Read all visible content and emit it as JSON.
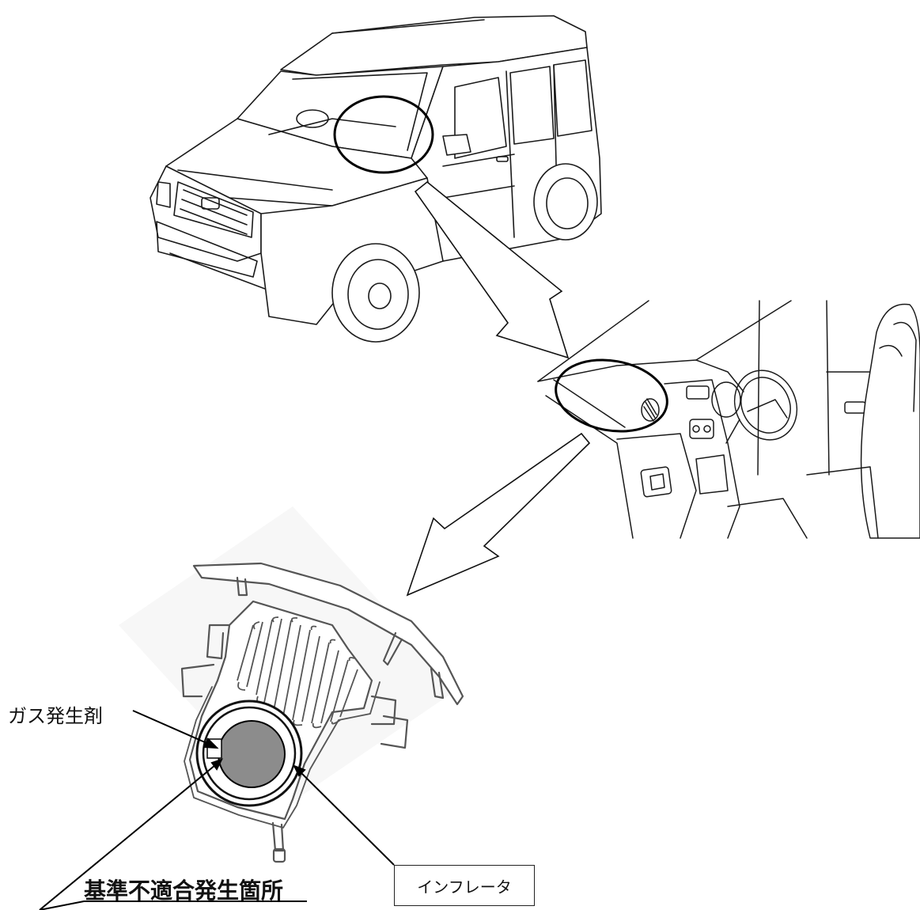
{
  "labels": {
    "gas_generant": "ガス発生剤",
    "defect_location": "基準不適合発生箇所",
    "inflator": "インフレータ"
  }
}
